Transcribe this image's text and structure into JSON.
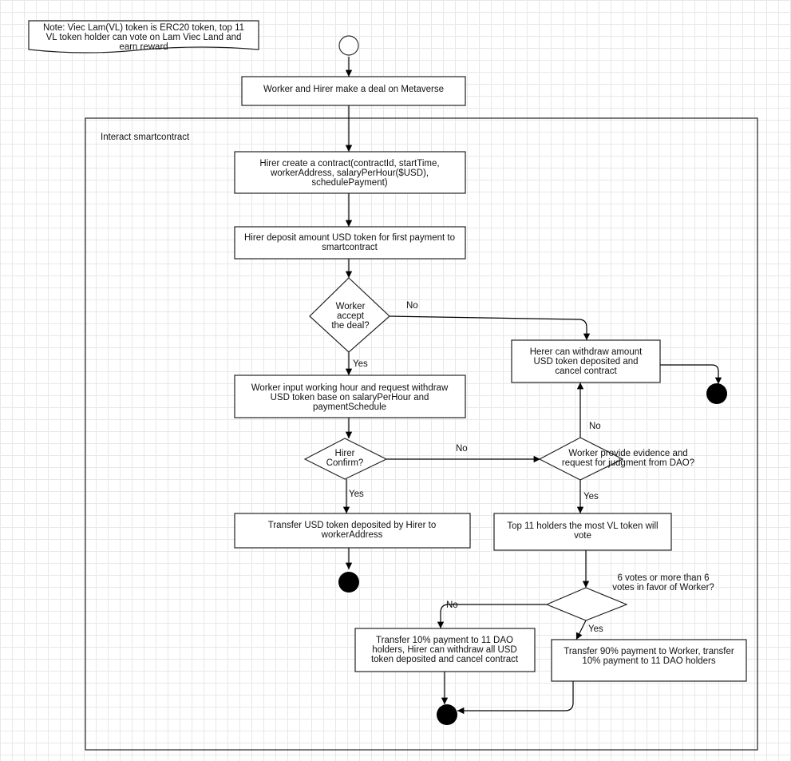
{
  "note": {
    "lines": [
      "Note: Viec Lam(VL) token is ERC20 token, top 11",
      "VL token holder can vote on Lam Viec Land and",
      "earn reward"
    ]
  },
  "container": {
    "title": "Interact smartcontract"
  },
  "steps": {
    "deal": [
      "Worker and Hirer make a deal on Metaverse"
    ],
    "create_contract": [
      "Hirer create a contract(contractId, startTime,",
      "workerAddress, salaryPerHour($USD),",
      "schedulePayment)"
    ],
    "deposit": [
      "Hirer deposit amount USD token for first payment to",
      "smartcontract"
    ],
    "worker_input": [
      "Worker input working hour and request withdraw",
      "USD token base on salaryPerHour and",
      "paymentSchedule"
    ],
    "transfer_worker": [
      "Transfer USD token deposited by Hirer to",
      "workerAddress"
    ],
    "herer_withdraw": [
      "Herer can withdraw amount",
      "USD token deposited and",
      "cancel contract"
    ],
    "top11_vote": [
      "Top 11 holders the most VL token will",
      "vote"
    ],
    "transfer_10": [
      "Transfer 10% payment to 11 DAO",
      "holders, Hirer can withdraw all USD",
      "token deposited and cancel contract"
    ],
    "transfer_90": [
      "Transfer 90% payment to Worker, transfer",
      "10% payment to 11 DAO holders"
    ]
  },
  "decisions": {
    "accept": [
      "Worker",
      "accept",
      "the deal?"
    ],
    "confirm": [
      "Hirer",
      "Confirm?"
    ],
    "evidence": [
      "Worker provide evidence and",
      "request for judgment from DAO?"
    ],
    "votes": [
      "6 votes or more than 6",
      "votes in favor of Worker?"
    ]
  },
  "edge_labels": {
    "accept_no": "No",
    "accept_yes": "Yes",
    "confirm_no": "No",
    "confirm_yes": "Yes",
    "evidence_no": "No",
    "evidence_yes": "Yes",
    "votes_no": "No",
    "votes_yes": "Yes"
  }
}
